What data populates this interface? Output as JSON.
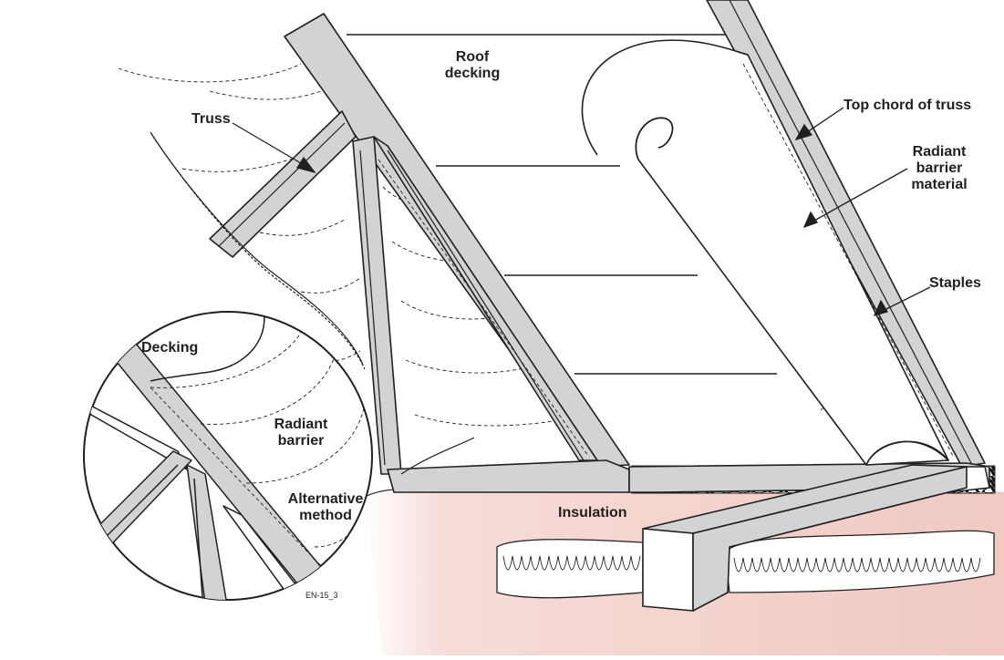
{
  "labels": {
    "roof_decking_line1": "Roof",
    "roof_decking_line2": "decking",
    "truss": "Truss",
    "top_chord": "Top chord of truss",
    "radiant_line1": "Radiant",
    "radiant_line2": "barrier",
    "radiant_line3": "material",
    "staples": "Staples",
    "decking": "Decking",
    "inset_radiant_line1": "Radiant",
    "inset_radiant_line2": "barrier",
    "alternative_line1": "Alternative",
    "alternative_line2": "method",
    "insulation": "Insulation",
    "figure_code": "EN-15_3"
  },
  "colors": {
    "wood": "#d1d3d4",
    "stroke": "#231f20",
    "insulation": "#f6dcd8",
    "batt_dark": "#1a1a1a"
  }
}
